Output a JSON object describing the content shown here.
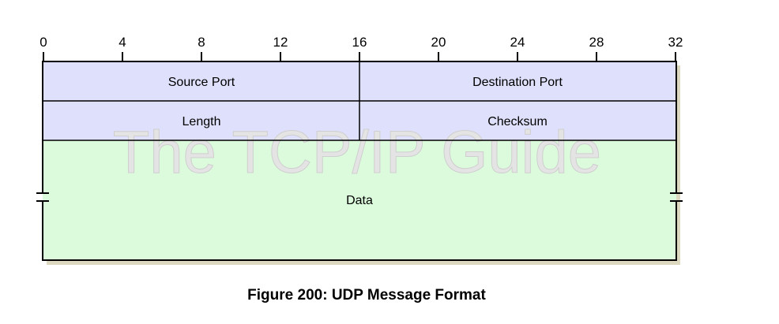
{
  "ruler": {
    "ticks": [
      "0",
      "4",
      "8",
      "12",
      "16",
      "20",
      "24",
      "28",
      "32"
    ]
  },
  "rows": [
    {
      "fields": [
        {
          "label": "Source Port",
          "bits": 16
        },
        {
          "label": "Destination Port",
          "bits": 16
        }
      ],
      "color": "#dfe0fb"
    },
    {
      "fields": [
        {
          "label": "Length",
          "bits": 16
        },
        {
          "label": "Checksum",
          "bits": 16
        }
      ],
      "color": "#dfe0fb"
    },
    {
      "fields": [
        {
          "label": "Data",
          "bits": 32
        }
      ],
      "color": "#dcfbdc"
    }
  ],
  "watermark": "The TCP/IP Guide",
  "caption": "Figure 200: UDP Message Format"
}
